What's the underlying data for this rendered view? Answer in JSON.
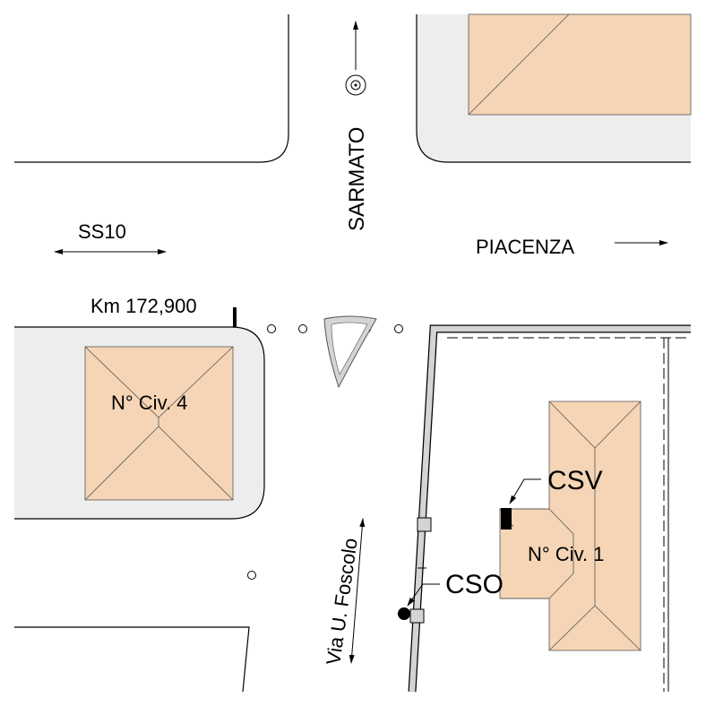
{
  "labels": {
    "ss10": "SS10",
    "sarmato": "SARMATO",
    "piacenza": "PIACENZA",
    "km": "Km 172,900",
    "civ4": "N° Civ. 4",
    "civ1": "N° Civ. 1",
    "csv": "CSV",
    "cso": "CSO",
    "via": "Via U. Foscolo"
  },
  "colors": {
    "building": "#f5d5b5",
    "sidewalk": "#ededed",
    "wall": "#d4d4d4",
    "line": "#000000"
  },
  "icons": {
    "csv-marker": "filled-rectangle",
    "cso-marker": "filled-circle",
    "traffic-island": "triangle-island",
    "target-symbol": "circle-dot"
  }
}
